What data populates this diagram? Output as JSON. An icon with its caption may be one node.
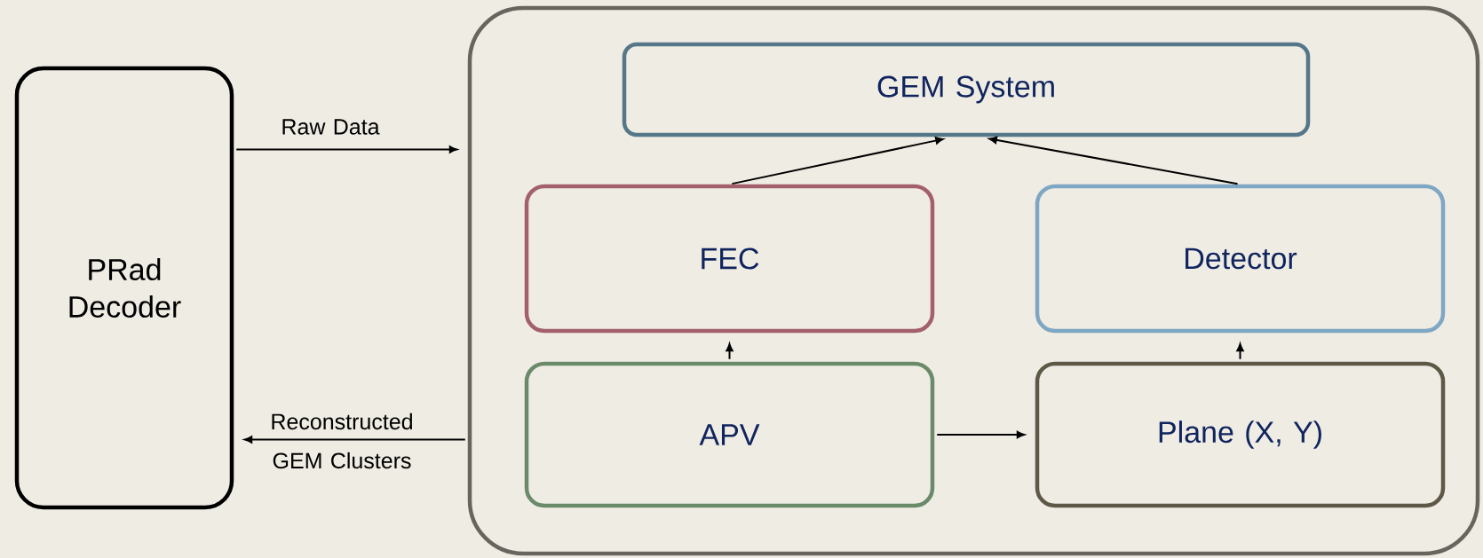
{
  "diagram": {
    "nodes": [
      {
        "text": [
          "PRad Decoder"
        ]
      },
      {
        "text": [],
        "shape": "box"
      },
      {
        "text": [
          "GEM System"
        ],
        "in": 1
      },
      {
        "text": [
          "FEC"
        ],
        "in": 1
      },
      {
        "text": [
          "Detector"
        ],
        "in": 1
      },
      {
        "text": [
          "APV"
        ],
        "in": 1
      },
      {
        "text": [
          "Plane (X, Y)"
        ],
        "in": 1
      }
    ],
    "edges": [
      {
        "from": 0,
        "to": 1,
        "arrow": "to",
        "label": "Raw Data"
      },
      {
        "from": 1,
        "to": 0,
        "arrow": "to",
        "label": "Reconstructed GEM Clusters"
      },
      {
        "from": 3,
        "to": 2,
        "arrow": "to"
      },
      {
        "from": 4,
        "to": 2,
        "arrow": "to"
      },
      {
        "from": 5,
        "to": 3,
        "arrow": "to"
      },
      {
        "from": 6,
        "to": 4,
        "arrow": "to"
      },
      {
        "from": 5,
        "to": 6,
        "arrow": "to"
      }
    ]
  }
}
